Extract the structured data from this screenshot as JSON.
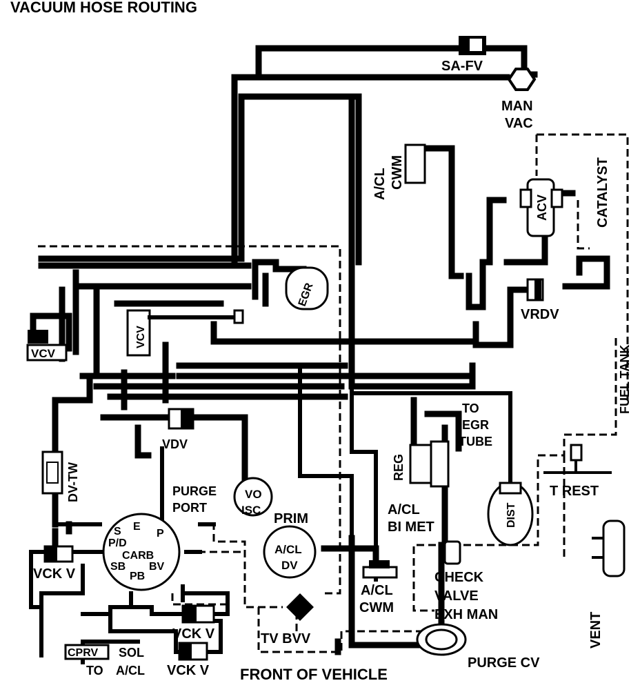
{
  "title": "VACUUM HOSE ROUTING",
  "footer": "FRONT OF VEHICLE",
  "labels": {
    "sa_fv": "SA-FV",
    "man": "MAN",
    "vac": "VAC",
    "acl_top_1": "A/CL",
    "acl_top_2": "CWM",
    "catalyst": "CATALYST",
    "acv": "ACV",
    "egr": "EGR",
    "vcv_center": "VCV",
    "vcv_left": "VCV",
    "vrdv": "VRDV",
    "fuel_tank": "FUEL TANK",
    "to": "TO",
    "egr2": "EGR",
    "tube": "TUBE",
    "reg": "REG",
    "vdv": "VDV",
    "dv_tw": "DV-TW",
    "purge": "PURGE",
    "port": "PORT",
    "vo": "VO",
    "isc": "ISC",
    "prim": "PRIM",
    "acl_dv_1": "A/CL",
    "acl_dv_2": "DV",
    "acl_bimet_1": "A/CL",
    "acl_bimet_2": "BI MET",
    "dist": "DIST",
    "t_rest": "T REST",
    "carb_s": "S",
    "carb_e": "E",
    "carb_p": "P",
    "carb_pd": "P/D",
    "carb_carb": "CARB",
    "carb_sb": "SB",
    "carb_bv": "BV",
    "carb_pb": "PB",
    "vck_v_1": "VCK V",
    "acl_cwm_1": "A/CL",
    "acl_cwm_2": "CWM",
    "check": "CHECK",
    "valve": "VALVE",
    "exh_man": "EXH MAN",
    "vent": "VENT",
    "vck_v_2": "VCK V",
    "cprv": "CPRV",
    "sol": "SOL",
    "to2": "TO",
    "acl2": "A/CL",
    "vck_v_3": "VCK V",
    "tv_bvv": "TV BVV",
    "purge_cv": "PURGE CV"
  }
}
